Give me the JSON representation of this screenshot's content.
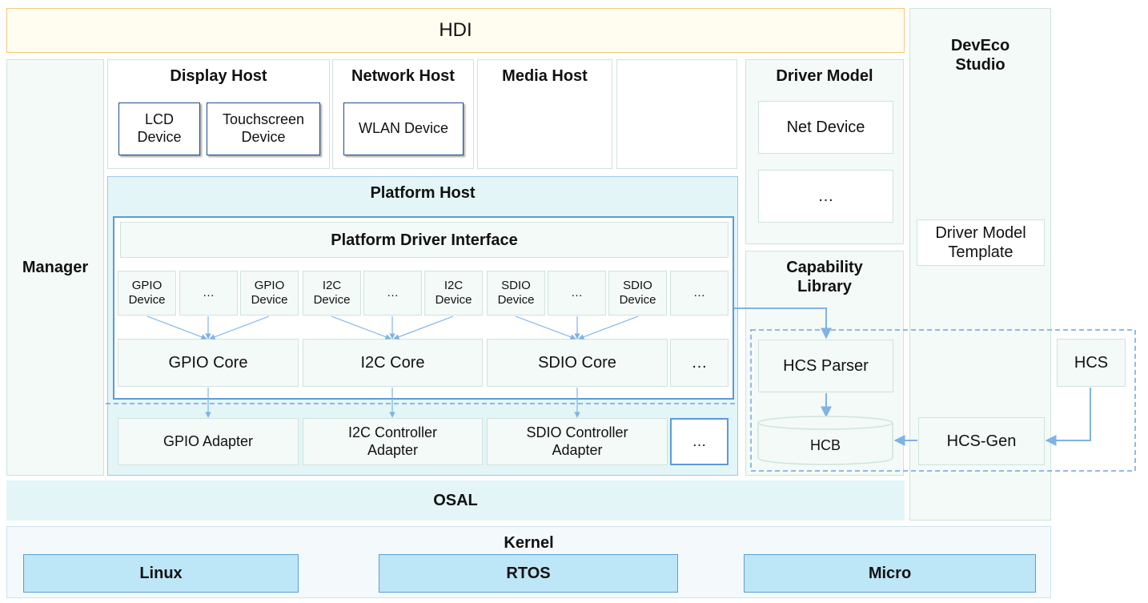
{
  "hdi": "HDI",
  "manager": "Manager",
  "hosts": {
    "display": {
      "title": "Display Host",
      "lcd": "LCD\nDevice",
      "touch": "Touchscreen\nDevice"
    },
    "network": {
      "title": "Network Host",
      "wlan": "WLAN Device"
    },
    "media": {
      "title": "Media Host"
    }
  },
  "platform_host": {
    "title": "Platform Host",
    "interface": "Platform Driver Interface",
    "devices": [
      "GPIO\nDevice",
      "…",
      "GPIO\nDevice",
      "I2C\nDevice",
      "…",
      "I2C\nDevice",
      "SDIO\nDevice",
      "…",
      "SDIO\nDevice",
      "…"
    ],
    "cores": [
      "GPIO Core",
      "I2C Core",
      "SDIO Core",
      "…"
    ],
    "adapters": [
      "GPIO Adapter",
      "I2C Controller\nAdapter",
      "SDIO Controller\nAdapter",
      "…"
    ]
  },
  "driver_model": {
    "title": "Driver Model",
    "net": "Net Device",
    "more": "…"
  },
  "capability": {
    "title": "Capability\nLibrary",
    "parser": "HCS Parser",
    "hcb": "HCB"
  },
  "deveco": {
    "title": "DevEco\nStudio",
    "template": "Driver Model\nTemplate",
    "hcs": "HCS",
    "hcsgen": "HCS-Gen"
  },
  "osal": "OSAL",
  "kernel": {
    "title": "Kernel",
    "items": [
      "Linux",
      "RTOS",
      "Micro"
    ]
  },
  "colors": {
    "line": "#7fb3e6",
    "dashed": "#6fa3dd",
    "accent_fill": "#e3f5f7",
    "kernel_fill": "#bde6f7"
  }
}
